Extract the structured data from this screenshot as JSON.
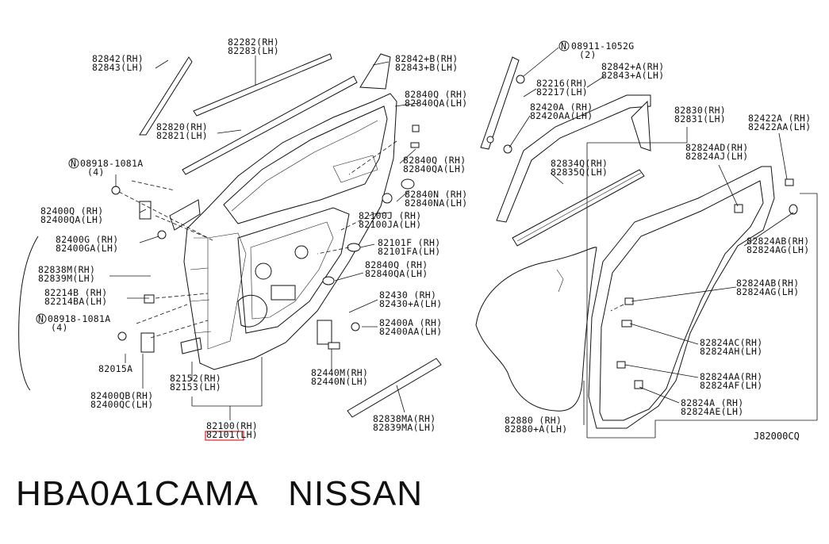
{
  "diagram": {
    "reference_code": "J82000CQ",
    "highlight_color": "#e02020",
    "labels": {
      "l82282": [
        "82282(RH)",
        "82283(LH)"
      ],
      "l82842": [
        "82842(RH)",
        "82843(LH)"
      ],
      "l82842b": [
        "82842+B(RH)",
        "82843+B(LH)"
      ],
      "l82840q1": [
        "82840Q (RH)",
        "82840QA(LH)"
      ],
      "l82820": [
        "82820(RH)",
        "82821(LH)"
      ],
      "l08918a": [
        "08918-1081A",
        "(4)"
      ],
      "l82840q2": [
        "82840Q (RH)",
        "82840QA(LH)"
      ],
      "l82840n": [
        "82840N (RH)",
        "82840NA(LH)"
      ],
      "l82400q": [
        "82400Q (RH)",
        "82400QA(LH)"
      ],
      "l82100j": [
        "82100J (RH)",
        "82100JA(LH)"
      ],
      "l82400g": [
        "82400G (RH)",
        "82400GA(LH)"
      ],
      "l82101f": [
        "82101F (RH)",
        "82101FA(LH)"
      ],
      "l82838m": [
        "82838M(RH)",
        "82839M(LH)"
      ],
      "l82840q3": [
        "82840Q (RH)",
        "82840QA(LH)"
      ],
      "l82214b": [
        "82214B (RH)",
        "82214BA(LH)"
      ],
      "l82430": [
        "82430 (RH)",
        "82430+A(LH)"
      ],
      "l08918b": [
        "08918-1081A",
        "(4)"
      ],
      "l82400a": [
        "82400A (RH)",
        "82400AA(LH)"
      ],
      "l82015a": [
        "82015A"
      ],
      "l82440m": [
        "82440M(RH)",
        "82440N(LH)"
      ],
      "l82152": [
        "82152(RH)",
        "82153(LH)"
      ],
      "l82400qb": [
        "82400QB(RH)",
        "82400QC(LH)"
      ],
      "l82838ma": [
        "82838MA(RH)",
        "82839MA(LH)"
      ],
      "l82100": [
        "82100(RH)",
        "82101(LH)"
      ],
      "l08911": [
        "08911-1052G",
        "(2)"
      ],
      "l82842a": [
        "82842+A(RH)",
        "82843+A(LH)"
      ],
      "l82216": [
        "82216(RH)",
        "82217(LH)"
      ],
      "l82420a": [
        "82420A (RH)",
        "82420AA(LH)"
      ],
      "l82830": [
        "82830(RH)",
        "82831(LH)"
      ],
      "l82422a": [
        "82422A (RH)",
        "82422AA(LH)"
      ],
      "l82824ad": [
        "82824AD(RH)",
        "82824AJ(LH)"
      ],
      "l82834q": [
        "82834Q(RH)",
        "82835Q(LH)"
      ],
      "l82824ab1": [
        "82824AB(RH)",
        "82824AG(LH)"
      ],
      "l82824ab2": [
        "82824AB(RH)",
        "82824AG(LH)"
      ],
      "l82824ac": [
        "82824AC(RH)",
        "82824AH(LH)"
      ],
      "l82824aa": [
        "82824AA(RH)",
        "82824AF(LH)"
      ],
      "l82824a": [
        "82824A (RH)",
        "82824AE(LH)"
      ],
      "l82880": [
        "82880 (RH)",
        "82880+A(LH)"
      ]
    }
  },
  "caption": {
    "part_number": "HBA0A1CAMA",
    "brand": "NISSAN"
  }
}
